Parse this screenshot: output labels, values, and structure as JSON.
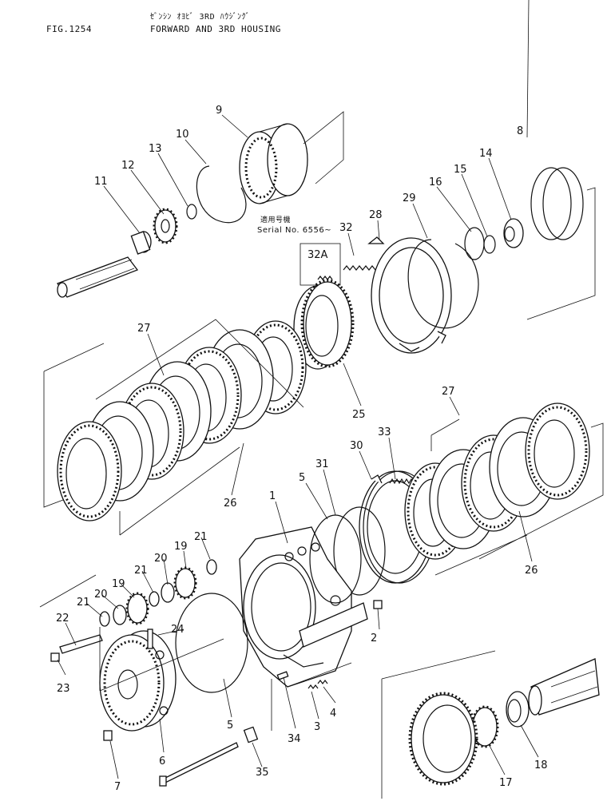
{
  "header": {
    "figure": "FIG.1254",
    "title_jp": "ｾﾞﾝｼﾝ ｵﾖﾋﾞ 3RD ﾊｳｼﾞﾝｸﾞ",
    "title_en": "FORWARD AND 3RD HOUSING"
  },
  "serial_note": {
    "jp": "適用号機",
    "text": "Serial No. 6556~"
  },
  "callouts": {
    "c1": "1",
    "c2": "2",
    "c3": "3",
    "c4": "4",
    "c5a": "5",
    "c5b": "5",
    "c6": "6",
    "c7": "7",
    "c8": "8",
    "c9": "9",
    "c10": "10",
    "c11": "11",
    "c12": "12",
    "c13": "13",
    "c14": "14",
    "c15": "15",
    "c16": "16",
    "c17": "17",
    "c18": "18",
    "c19a": "19",
    "c19b": "19",
    "c20a": "20",
    "c20b": "20",
    "c21a": "21",
    "c21b": "21",
    "c21c": "21",
    "c22": "22",
    "c23": "23",
    "c24": "24",
    "c25": "25",
    "c26a": "26",
    "c26b": "26",
    "c27a": "27",
    "c27b": "27",
    "c28": "28",
    "c29": "29",
    "c30": "30",
    "c31": "31",
    "c32": "32",
    "c32a": "32A",
    "c33": "33",
    "c34": "34",
    "c35": "35"
  }
}
